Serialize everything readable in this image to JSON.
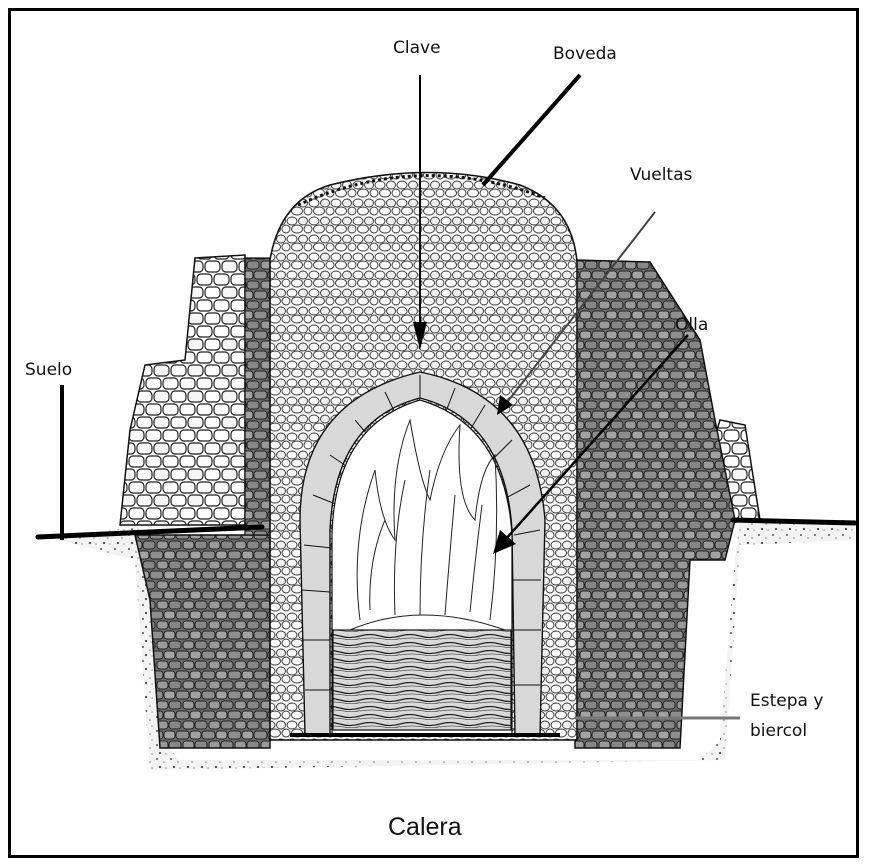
{
  "labels": {
    "clave": "Clave",
    "boveda": "Boveda",
    "vueltas": "Vueltas",
    "olla": "Olla",
    "suelo": "Suelo",
    "estepa_line1": "Estepa y",
    "estepa_line2": "biercol"
  },
  "caption": "Calera",
  "colors": {
    "ink": "#111111",
    "stone_light": "#f4f4f4",
    "stone_dark": "#8a8a8a",
    "soil": "#bdbdbd",
    "pointer_gray": "#777777"
  }
}
